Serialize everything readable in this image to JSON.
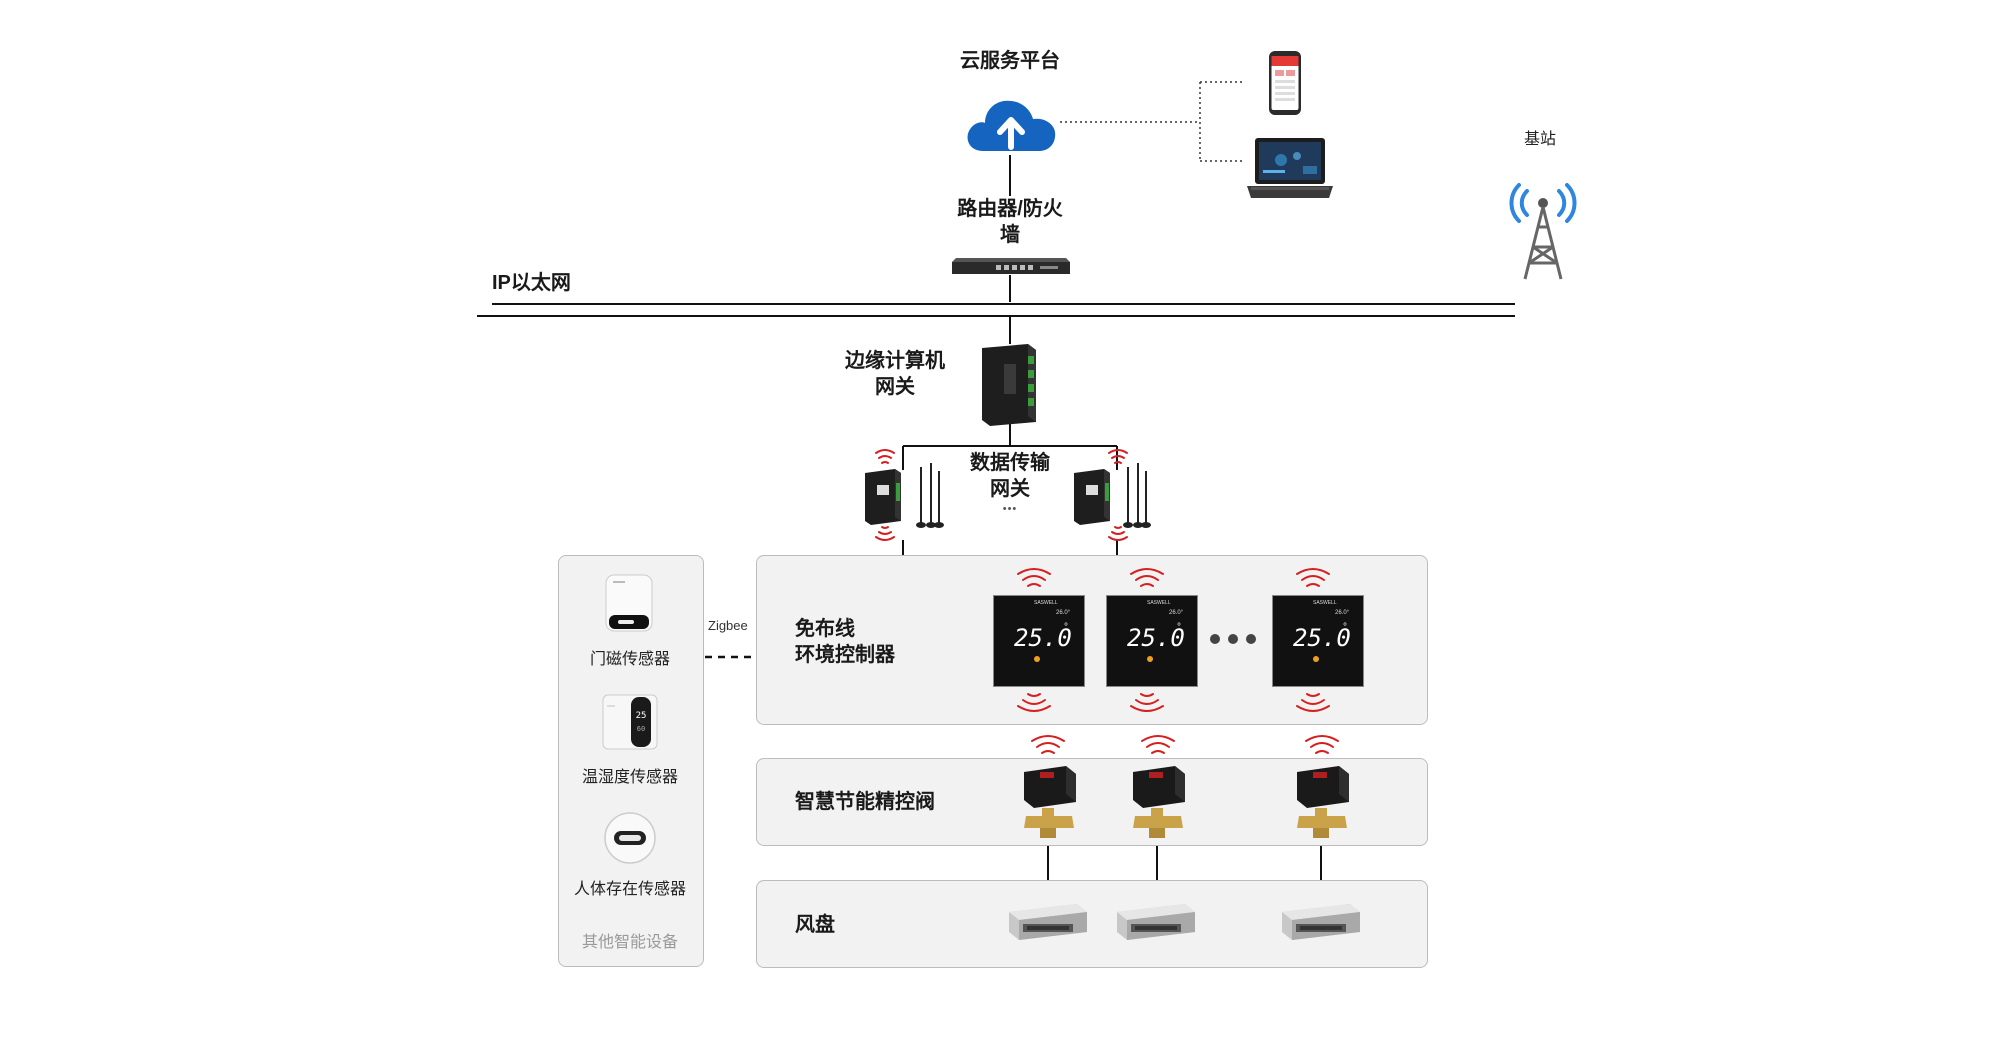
{
  "nodes": {
    "cloud": "云服务平台",
    "router": "路由器/防火墙",
    "router_line1": "路由器/防火",
    "router_line2": "墙",
    "ethernet": "IP以太网",
    "base_station": "基站",
    "edge_line1": "边缘计算机",
    "edge_line2": "网关",
    "dtu_line1": "数据传输",
    "dtu_line2": "网关",
    "dtu_ellipsis": "•••",
    "zigbee": "Zigbee"
  },
  "sensors": {
    "items": [
      "门磁传感器",
      "温湿度传感器",
      "人体存在传感器"
    ],
    "footer": "其他智能设备"
  },
  "rows": {
    "controller_line1": "免布线",
    "controller_line2": "环境控制器",
    "valve": "智慧节能精控阀",
    "fan": "风盘"
  },
  "thermostat": {
    "brand": "SASWELL",
    "reading": "25.0",
    "degree": "°",
    "setpoint": "26.0°"
  },
  "colors": {
    "cloud": "#1565c0",
    "signal": "#d62020",
    "panel": "#f2f2f2",
    "panel_border": "#bcbcbc",
    "line": "#111111"
  }
}
